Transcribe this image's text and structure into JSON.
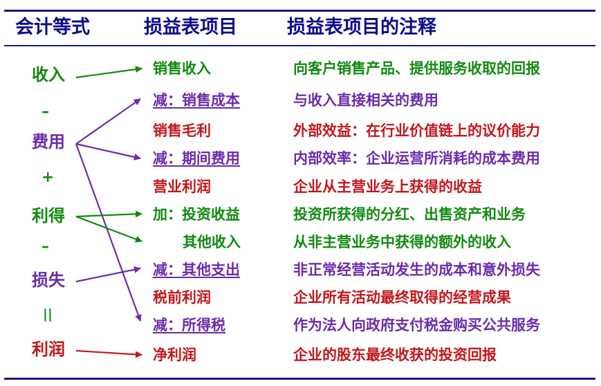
{
  "header": {
    "col1": "会计等式",
    "col2": "损益表项目",
    "col3": "损益表项目的注释"
  },
  "equation": {
    "revenue": "收入",
    "minus1": "–",
    "expense": "费用",
    "plus": "+",
    "gain": "利得",
    "minus2": "–",
    "loss": "损失",
    "equals": "||",
    "profit": "利润"
  },
  "items": [
    {
      "label": "销售收入",
      "note": "向客户销售产品、提供服务收取的回报"
    },
    {
      "label": "减：销售成本",
      "note": "与收入直接相关的费用"
    },
    {
      "label": "销售毛利",
      "note": "外部效益：在行业价值链上的议价能力"
    },
    {
      "label": "减：期间费用",
      "note": "内部效率：企业运营所消耗的成本费用"
    },
    {
      "label": "营业利润",
      "note": "企业从主营业务上获得的收益"
    },
    {
      "label": "加：投资收益",
      "note": "投资所获得的分红、出售资产和业务"
    },
    {
      "label": "其他收入",
      "note": "从非主营业务中获得的额外的收入"
    },
    {
      "label": "减：其他支出",
      "note": "非正常经营活动发生的成本和意外损失"
    },
    {
      "label": "税前利润",
      "note": "企业所有活动最终取得的经营成果"
    },
    {
      "label": "减：所得税",
      "note": "作为法人向政府支付税金购买公共服务"
    },
    {
      "label": "净利润",
      "note": "企业的股东最终收获的投资回报"
    }
  ],
  "colors": {
    "header": "#0b0c8a",
    "rule": "#17198a",
    "green": "#118a11",
    "red": "#c4161c",
    "purple": "#6b2bab"
  }
}
